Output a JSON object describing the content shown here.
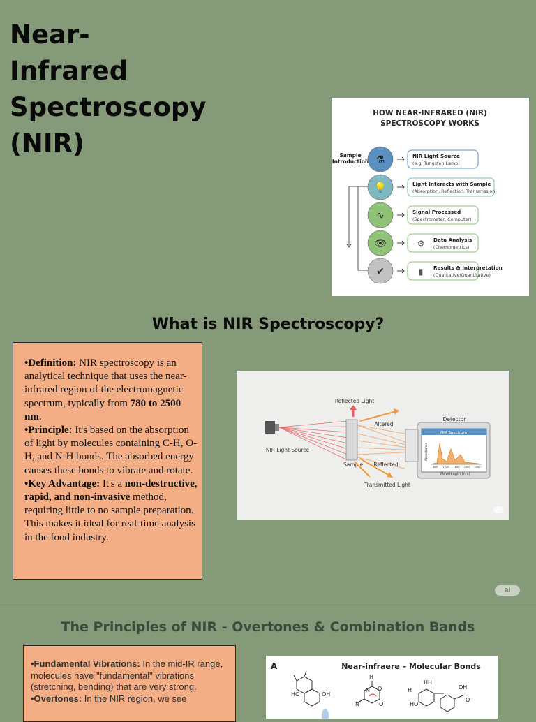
{
  "title": "Near-Infrared Spectroscopy (NIR)",
  "how_nir_works": {
    "heading_line1": "HOW NEAR-INFRARED (NIR)",
    "heading_line2": "SPECTROSCOPY WORKS",
    "sample_intro_line1": "Sample",
    "sample_intro_line2": "Introduction",
    "steps": [
      {
        "label": "NIR Light Source",
        "sub": "(e.g. Tungsten Lamp)",
        "icon": "flask-icon",
        "color": "#5b8fc0"
      },
      {
        "label": "Light Interacts with Sample",
        "sub": "(Absorption, Reflection, Transmission)",
        "icon": "lightbulb-icon",
        "color": "#7fb9bf"
      },
      {
        "label": "Signal Processed",
        "sub": "(Spectrometer, Computer)",
        "icon": "waveform-icon",
        "color": "#8fc177"
      },
      {
        "label": "Data Analysis",
        "sub": "(Chemometrics)",
        "icon": "eye-icon",
        "color": "#8fc177"
      },
      {
        "label": "Results & Interpretation",
        "sub": "(Qualitative/Quantitative)",
        "icon": "checkmark-icon",
        "color": "#c2c2c2"
      }
    ]
  },
  "section1": {
    "title": "What is NIR Spectroscopy?",
    "definition_label": "•Definition:",
    "definition_text": " NIR spectroscopy is an analytical technique that uses the near-infrared region of the electromagnetic spectrum, typically from ",
    "definition_range": "780 to 2500 nm",
    "definition_end": ".",
    "principle_label": "•Principle:",
    "principle_text": " It's based on the absorption of light by molecules containing C-H, O-H, and N-H bonds. The absorbed energy causes these bonds to vibrate and rotate.",
    "advantage_label": "•Key Advantage:",
    "advantage_text1": " It's a ",
    "advantage_bold": "non-destructive, rapid, and non-invasive",
    "advantage_text2": " method, requiring little to no sample preparation. This makes it ideal for real-time analysis in the food industry."
  },
  "diagram": {
    "reflected_light": "Reflected Light",
    "altered": "Altered",
    "detector": "Detector",
    "nir_spectrum": "NIR Spectrum",
    "light_source": "NIR Light Source",
    "sample": "Sample",
    "reflected": "Reflected",
    "transmitted": "Transmitted Light",
    "absorbance": "Absorbance",
    "wavelength": "Wavelength (nm)",
    "ticks": [
      "800",
      "1200",
      "1600",
      "2000",
      "2500"
    ]
  },
  "ai_badge": "ai",
  "section2": {
    "title": "The Principles of NIR - Overtones & Combination Bands",
    "fundamental_label": "•Fundamental Vibrations:",
    "fundamental_text": " In the mid-IR range, molecules have \"fundamental\" vibrations (stretching, bending) that are very strong.",
    "overtones_label": "•Overtones:",
    "overtones_text": " In the NIR region, we see"
  },
  "molecular": {
    "panel_letter": "A",
    "heading": "Near-infraere – Molecular Bonds",
    "atoms": [
      "HO",
      "OH",
      "H",
      "N",
      "O",
      "HH",
      "H",
      "HO",
      "OH",
      "O",
      "N",
      "O"
    ]
  },
  "colors": {
    "background": "#859a79",
    "textbox": "#f4ae85",
    "accent_orange": "#ef9a3f"
  }
}
